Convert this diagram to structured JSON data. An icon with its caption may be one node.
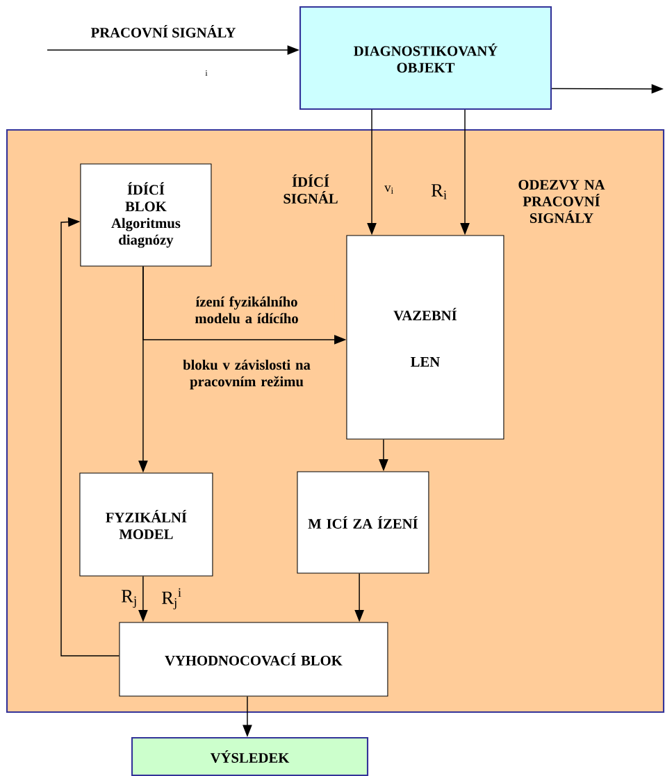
{
  "diagram": {
    "nodes": [
      {
        "text": [
          "DIAGNOSTIKOVANÝ OBJEKT"
        ]
      },
      {
        "text": [],
        "shape": "box"
      },
      {
        "text": [
          "ÍDÍCÍ BLOK",
          "Algoritmus diagnózy"
        ],
        "in": 1
      },
      {
        "text": [
          "VAZEBNÍ",
          "LEN"
        ],
        "in": 1
      },
      {
        "text": [
          "FYZIKÁLNÍ MODEL"
        ],
        "in": 1
      },
      {
        "text": [
          "M ICÍ ZA ÍZENÍ"
        ],
        "in": 1
      },
      {
        "text": [
          "VYHODNOCOVACÍ BLOK"
        ],
        "in": 1
      },
      {
        "text": [
          "VÝSLEDEK"
        ]
      }
    ],
    "edges": [
      {
        "from": null,
        "to": 0,
        "arrow": "to",
        "label": "PRACOVNÍ SIGNÁLY"
      },
      {
        "from": 0,
        "to": null,
        "arrow": "to"
      },
      {
        "from": 0,
        "to": 3,
        "arrow": "to",
        "label": "v$_{i}$"
      },
      {
        "from": 0,
        "to": 3,
        "arrow": "to",
        "label": "R$_{i}$"
      },
      {
        "from": 2,
        "to": 4,
        "arrow": "to"
      },
      {
        "from": 2,
        "to": 3,
        "arrow": "to",
        "label": "ízení fyzikálního modelu a ídícího"
      },
      {
        "from": 3,
        "to": 5,
        "arrow": "to"
      },
      {
        "from": 4,
        "to": 6,
        "arrow": "to",
        "label": "R$_{j}$"
      },
      {
        "from": 5,
        "to": 6,
        "arrow": "to"
      },
      {
        "from": 6,
        "to": 2,
        "arrow": "to"
      },
      {
        "from": 6,
        "to": 7,
        "arrow": "to"
      }
    ],
    "labels": [
      "i",
      "ÍDÍCÍ SIGNÁL",
      "ODEZVY NA PRACOVNÍ SIGNÁLY",
      "bloku v závislosti na pracovním režimu",
      "R$_{j}$$^{i}$"
    ]
  }
}
